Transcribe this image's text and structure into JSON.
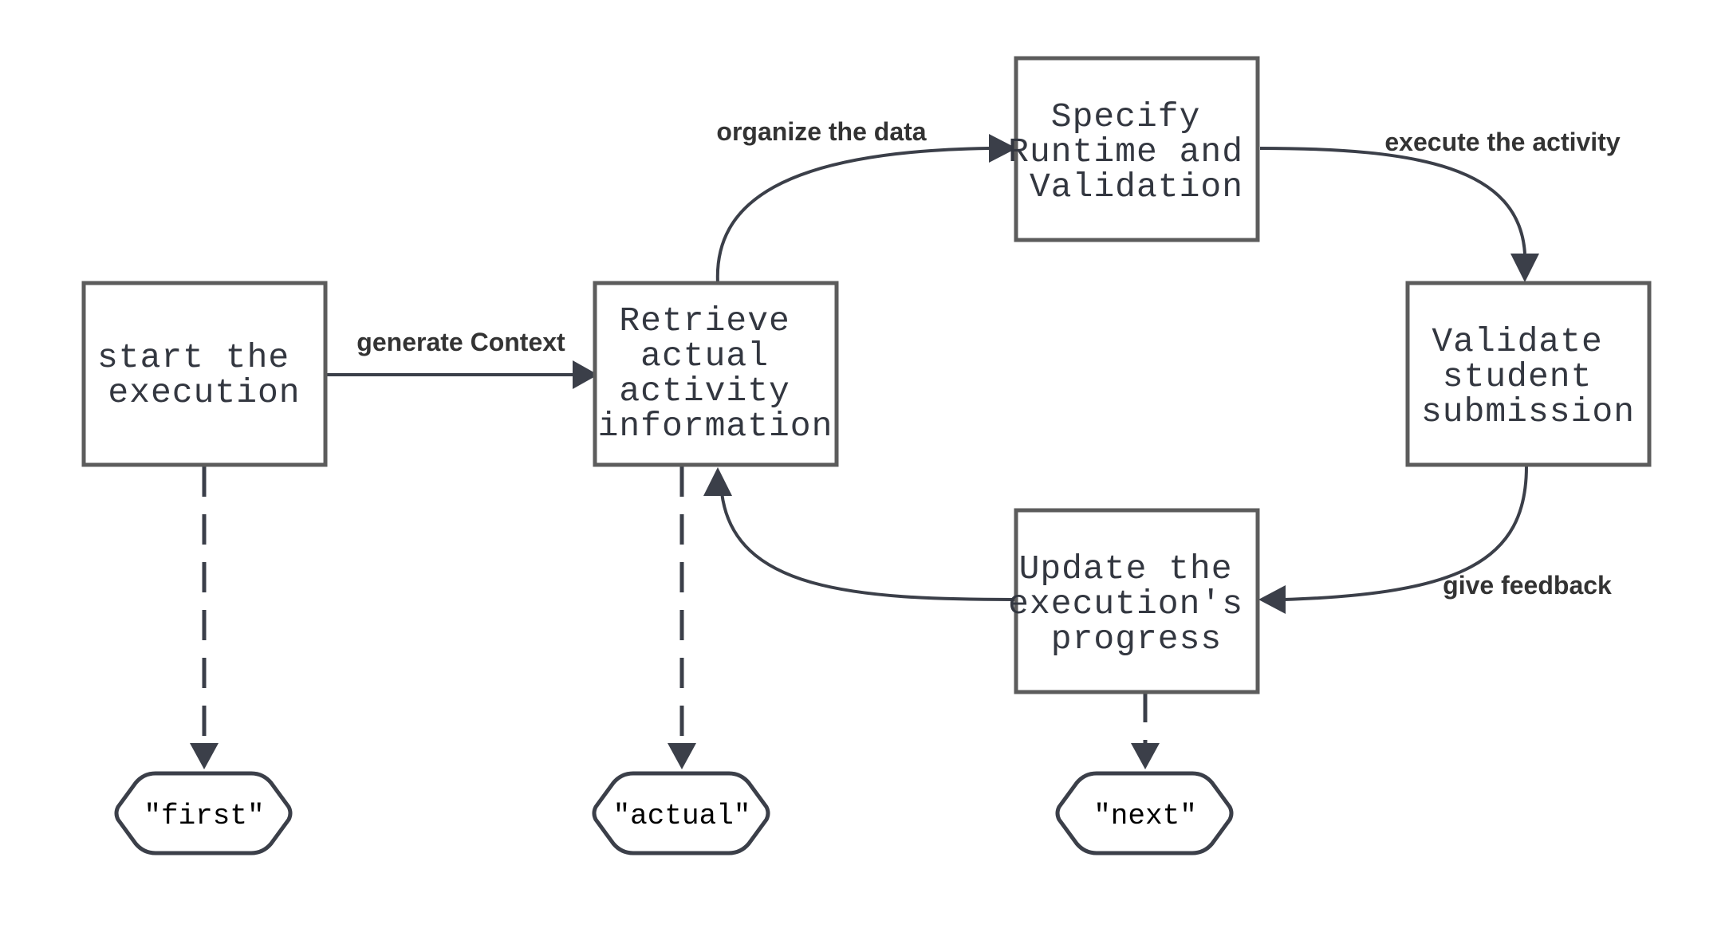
{
  "nodes": {
    "start": {
      "lines": [
        "start the",
        "execution"
      ]
    },
    "retrieve": {
      "lines": [
        "Retrieve",
        "actual",
        "activity",
        "information"
      ]
    },
    "specify": {
      "lines": [
        "Specify",
        "Runtime and",
        "Validation"
      ]
    },
    "validate": {
      "lines": [
        "Validate",
        "student",
        "submission"
      ]
    },
    "update": {
      "lines": [
        "Update the",
        "execution's",
        "progress"
      ]
    }
  },
  "edges": {
    "generate_context": "generate Context",
    "organize_data": "organize the data",
    "execute_activity": "execute the activity",
    "give_feedback": "give feedback"
  },
  "terminals": {
    "first": "\"first\"",
    "actual": "\"actual\"",
    "next": "\"next\""
  },
  "colors": {
    "box_stroke": "#5c5c5c",
    "arrow": "#3b3f49",
    "text": "#333740"
  }
}
